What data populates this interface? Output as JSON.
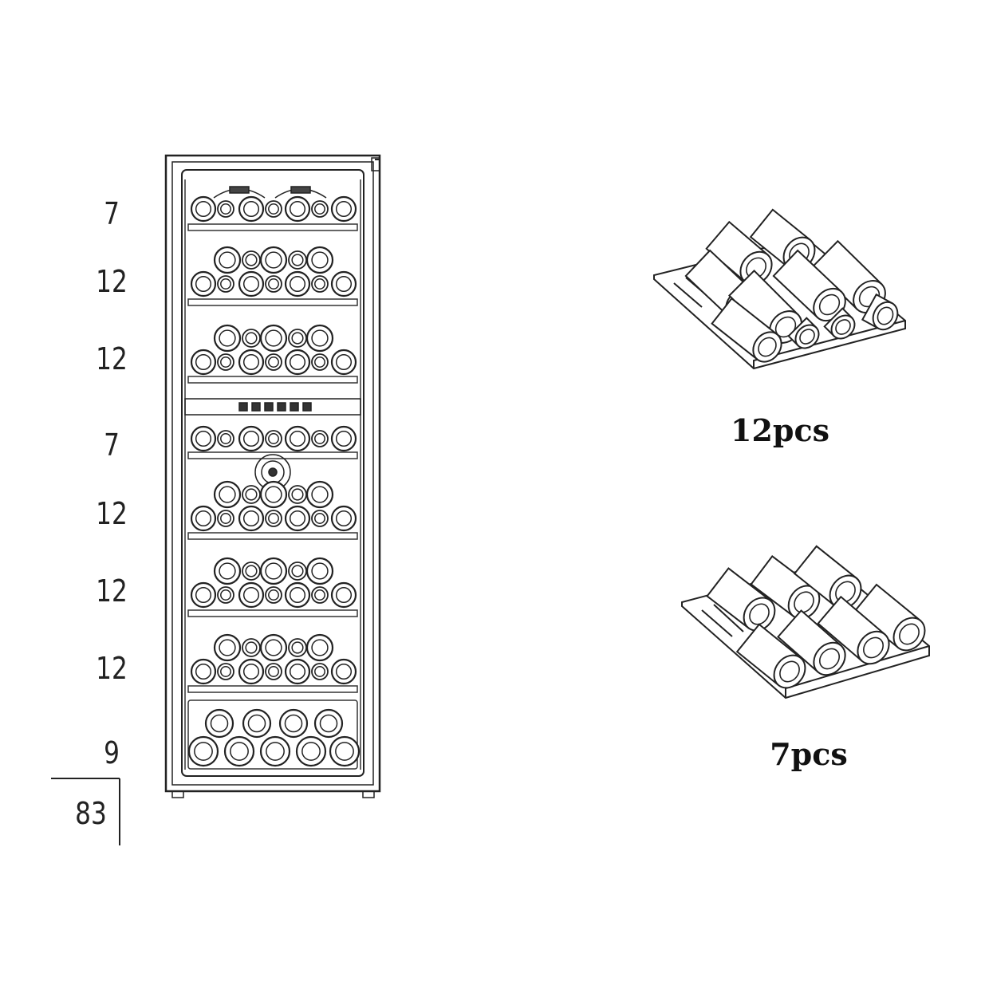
{
  "shelf_counts": [
    {
      "label": "7"
    },
    {
      "label": "12"
    },
    {
      "label": "12"
    },
    {
      "label": "7"
    },
    {
      "label": "12"
    },
    {
      "label": "12"
    },
    {
      "label": "12"
    },
    {
      "label": "9"
    }
  ],
  "total": {
    "label": "83"
  },
  "shelf_types": [
    {
      "caption": "12pcs"
    },
    {
      "caption": "7pcs"
    }
  ]
}
